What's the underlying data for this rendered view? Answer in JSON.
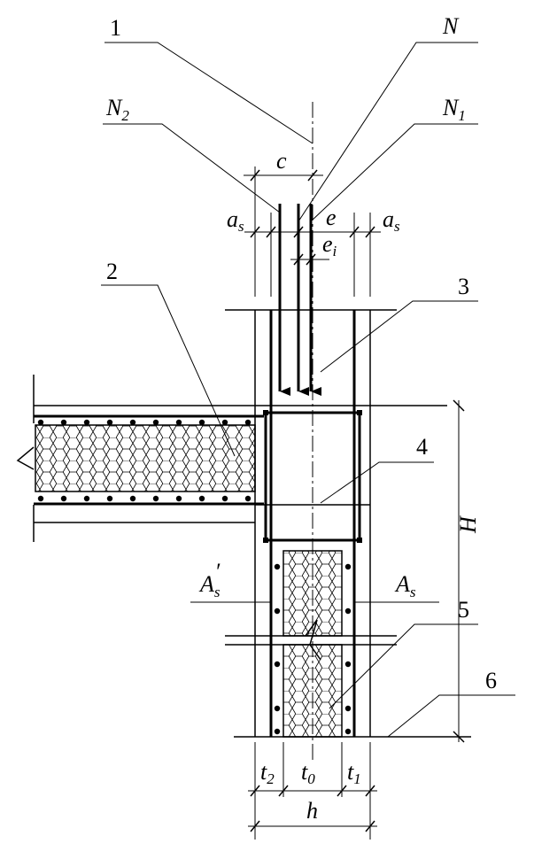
{
  "labels": {
    "n1": "1",
    "n2": "2",
    "n3": "3",
    "n4": "4",
    "n5": "5",
    "n6": "6"
  },
  "symbols": {
    "N": "N",
    "N1": "N",
    "N1_sub": "1",
    "N2": "N",
    "N2_sub": "2",
    "c": "c",
    "e": "e",
    "ei": "e",
    "ei_sub": "i",
    "as_left": "a",
    "as_left_sub": "s",
    "as_right": "a",
    "as_right_sub": "s",
    "H": "H",
    "As_prime": "A",
    "As_prime_sub": "s",
    "As_prime_mark": "′",
    "As": "A",
    "As_sub": "s",
    "t2": "t",
    "t2_sub": "2",
    "t0": "t",
    "t0_sub": "0",
    "t1": "t",
    "t1_sub": "1",
    "h": "h"
  }
}
